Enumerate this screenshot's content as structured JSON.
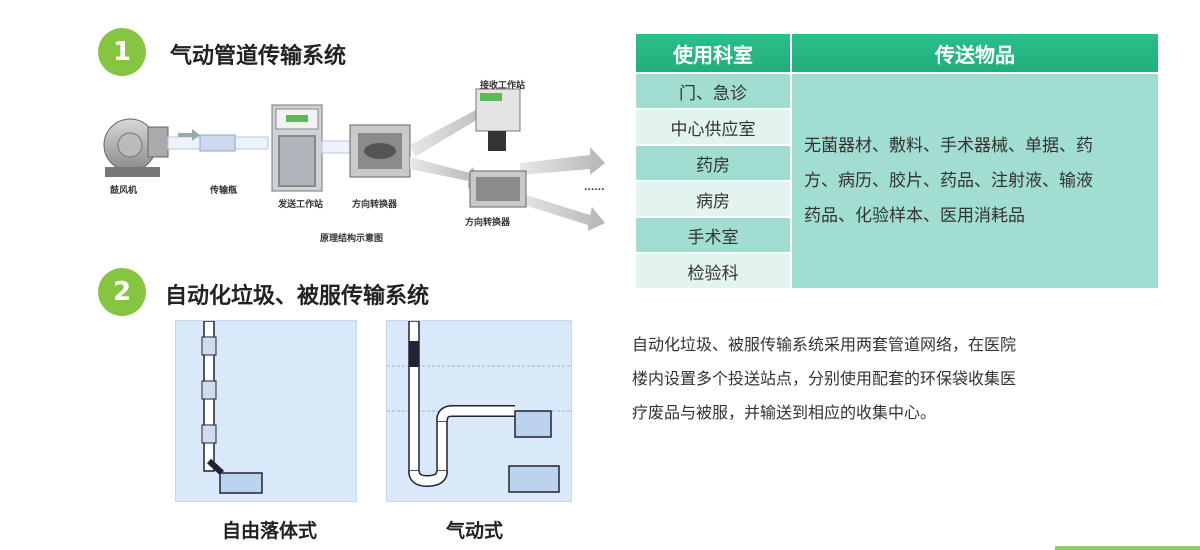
{
  "sections": [
    {
      "number": "1",
      "title": "气动管道传输系统"
    },
    {
      "number": "2",
      "title": "自动化垃圾、被服传输系统"
    }
  ],
  "diagram": {
    "labels": {
      "blower": "鼓风机",
      "transfer_bottle": "传输瓶",
      "send_station": "发送工作站",
      "switcher_1": "方向转换器",
      "switcher_2": "方向转换器",
      "receive_station": "接收工作站",
      "caption": "原理结构示意图",
      "ellipsis": "......"
    }
  },
  "table": {
    "headers": [
      "使用科室",
      "传送物品"
    ],
    "departments": [
      "门、急诊",
      "中心供应室",
      "药房",
      "病房",
      "手术室",
      "检验科"
    ],
    "items_lines": [
      "无菌器材、敷料、手术器械、单据、药",
      "方、病历、胶片、药品、注射液、输液",
      "药品、化验样本、医用消耗品"
    ]
  },
  "captions": {
    "free_fall": "自由落体式",
    "pneumatic": "气动式"
  },
  "description_lines": [
    "自动化垃圾、被服传输系统采用两套管道网络，在医院",
    "楼内设置多个投送站点，分别使用配套的环保袋收集医",
    "疗废品与被服，并输送到相应的收集中心。"
  ],
  "colors": {
    "badge": "#86c541",
    "table_header": "#22ae7b",
    "table_row_dark": "#a2ddd2",
    "table_row_light": "#e3f3f0",
    "panel": "#d9e9fa"
  }
}
